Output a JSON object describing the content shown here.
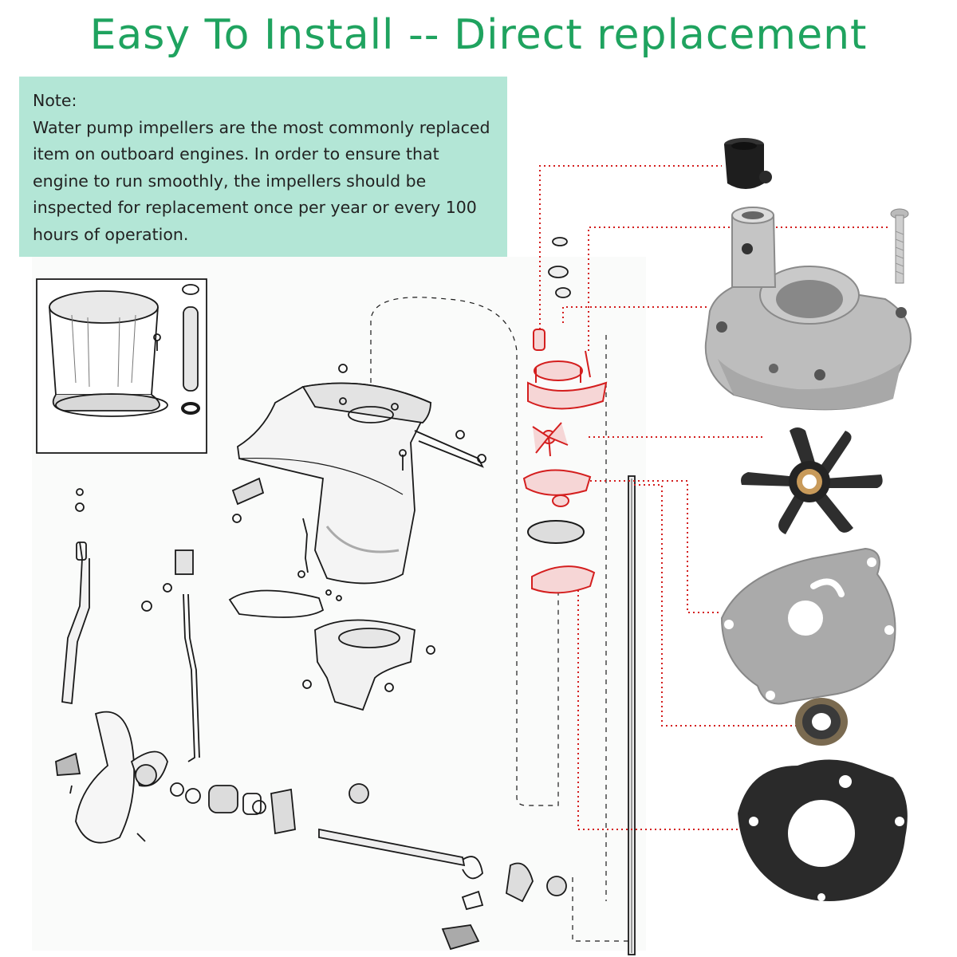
{
  "header": {
    "title": "Easy To Install -- Direct replacement"
  },
  "note": {
    "label": "Note:",
    "body": "Water pump impellers are the most commonly replaced item on outboard engines. In order to ensure that engine to run smoothly, the impellers should be inspected for replacement once per year or every 100 hours of operation."
  },
  "colors": {
    "title_green": "#1fa35f",
    "note_background": "#b3e6d6",
    "highlight_red": "#d41e1e",
    "housing_gray": "#b9b9b9",
    "rubber_black": "#2a2a2a"
  },
  "parts": [
    {
      "icon": "tube-icon",
      "description": "black plastic grommet"
    },
    {
      "icon": "screw-icon",
      "description": "mounting screw"
    },
    {
      "icon": "housing-icon",
      "description": "water pump housing"
    },
    {
      "icon": "impeller-icon",
      "description": "rubber impeller with bronze hub"
    },
    {
      "icon": "plate-icon",
      "description": "stainless wear plate"
    },
    {
      "icon": "seal-icon",
      "description": "oil seal"
    },
    {
      "icon": "gasket-icon",
      "description": "black gasket"
    }
  ]
}
